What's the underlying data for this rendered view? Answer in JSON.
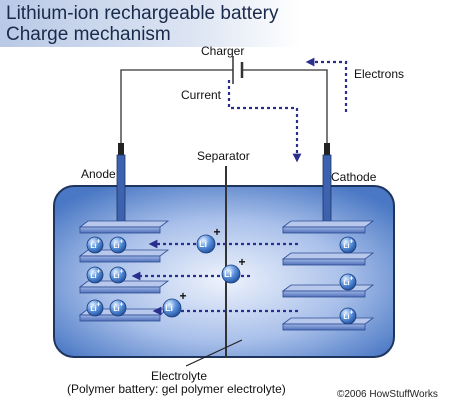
{
  "title": {
    "line1": "Lithium-ion rechargeable battery",
    "line2": "Charge mechanism"
  },
  "labels": {
    "charger": "Charger",
    "current": "Current",
    "electrons": "Electrons",
    "separator": "Separator",
    "anode": "Anode",
    "cathode": "Cathode",
    "electrolyte": "Electrolyte",
    "electrolyte_note": "(Polymer battery: gel polymer electrolyte)"
  },
  "ion": {
    "symbol": "Li",
    "charge": "+"
  },
  "credit": "©2006 HowStuffWorks",
  "colors": {
    "case": "#4a78c4",
    "case_light": "#e3ecfa",
    "plate": "#6f8fd2",
    "terminal": "#3d62b0",
    "arrow": "#2a2e8c",
    "wire": "#333333",
    "ion": "#3a74c8"
  }
}
